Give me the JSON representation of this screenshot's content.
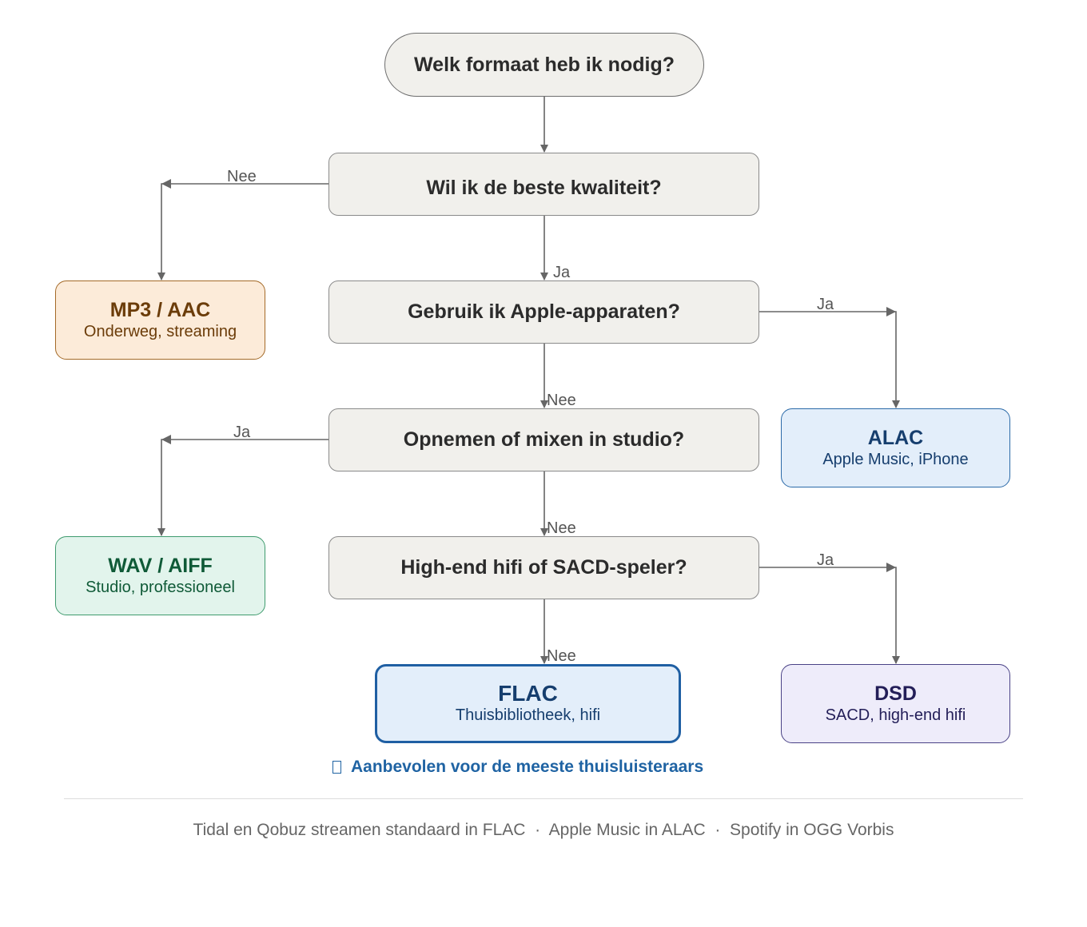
{
  "start": "Welk formaat heb ik nodig?",
  "questions": {
    "q1": "Wil ik de beste kwaliteit?",
    "q2": "Gebruik ik Apple-apparaten?",
    "q3": "Opnemen of mixen in studio?",
    "q4": "High-end hifi of SACD-speler?"
  },
  "results": {
    "mp3": {
      "title": "MP3 / AAC",
      "subtitle": "Onderweg, streaming"
    },
    "wav": {
      "title": "WAV / AIFF",
      "subtitle": "Studio, professioneel"
    },
    "alac": {
      "title": "ALAC",
      "subtitle": "Apple Music, iPhone"
    },
    "flac": {
      "title": "FLAC",
      "subtitle": "Thuisbibliotheek, hifi"
    },
    "dsd": {
      "title": "DSD",
      "subtitle": "SACD, high-end hifi"
    }
  },
  "edge_labels": {
    "q1_no": "Nee",
    "q1_yes": "Ja",
    "q2_yes": "Ja",
    "q2_no": "Nee",
    "q3_yes": "Ja",
    "q3_no": "Nee",
    "q4_yes": "Ja",
    "q4_no": "Nee"
  },
  "recommendation": {
    "icon": "star-icon",
    "text": "Aanbevolen voor de meeste thuisluisteraars"
  },
  "footer": "Tidal en Qobuz streamen standaard in FLAC  ·  Apple Music in ALAC  ·  Spotify in OGG Vorbis",
  "colors": {
    "connector": "#666666",
    "recommended": "#1f63a3",
    "mp3": "#a46a28",
    "wav": "#3f9b6e",
    "alac": "#2b6aa8",
    "flac": "#1f5fa3",
    "dsd": "#4a4286"
  }
}
